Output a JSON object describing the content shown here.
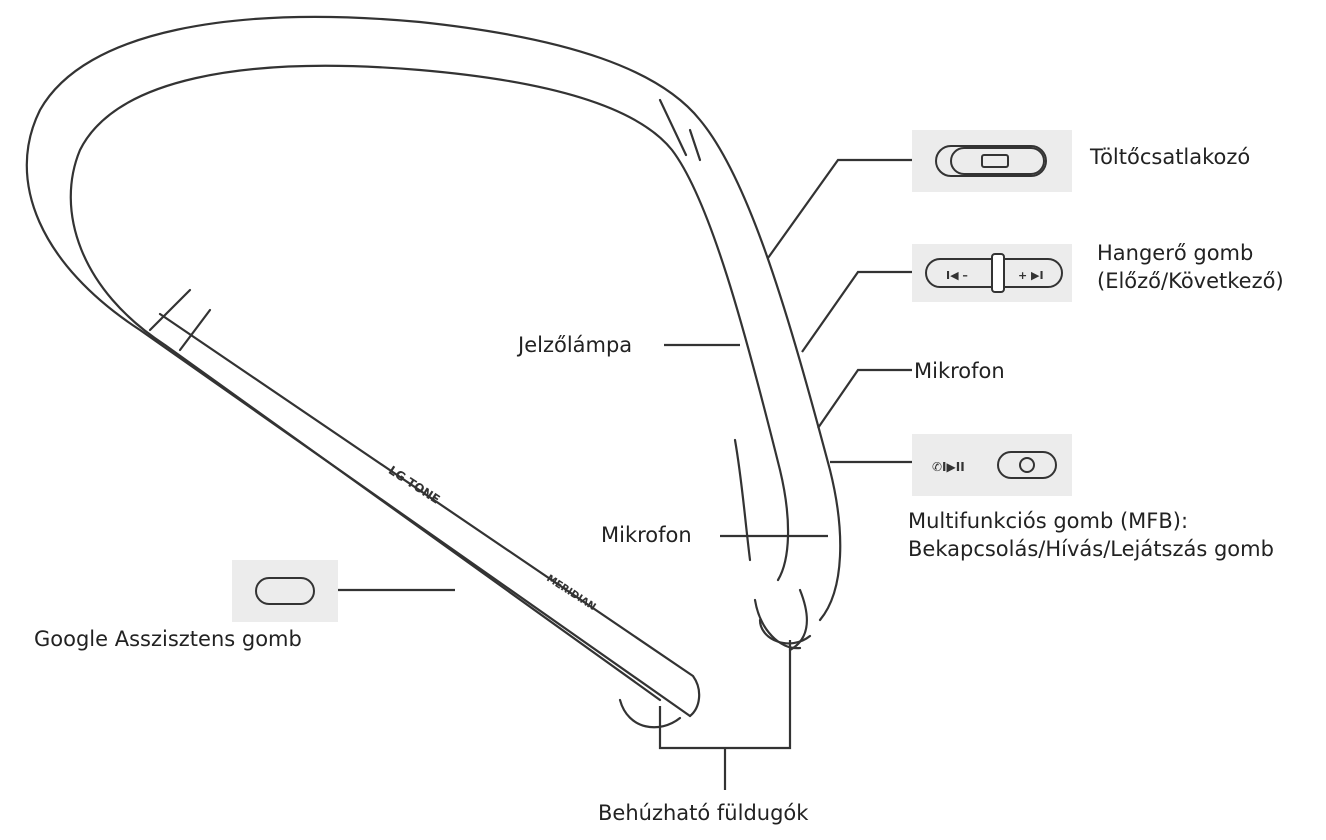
{
  "product": {
    "brand_text": "LG TONE",
    "brand_text_2": "MERIDIAN"
  },
  "labels": {
    "charging_port": "Töltőcsatlakozó",
    "volume_line1": "Hangerő gomb",
    "volume_line2": "(Előző/Következő)",
    "indicator": "Jelzőlámpa",
    "mic_right": "Mikrofon",
    "mfb_line1": "Multifunkciós gomb (MFB):",
    "mfb_line2": "Bekapcsolás/Hívás/Lejátszás gomb",
    "mic_center": "Mikrofon",
    "google": "Google Asszisztens gomb",
    "earbuds": "Behúzható füldugók"
  },
  "colors": {
    "stroke": "#333333",
    "inset_bg": "#ececec",
    "text": "#222222"
  }
}
